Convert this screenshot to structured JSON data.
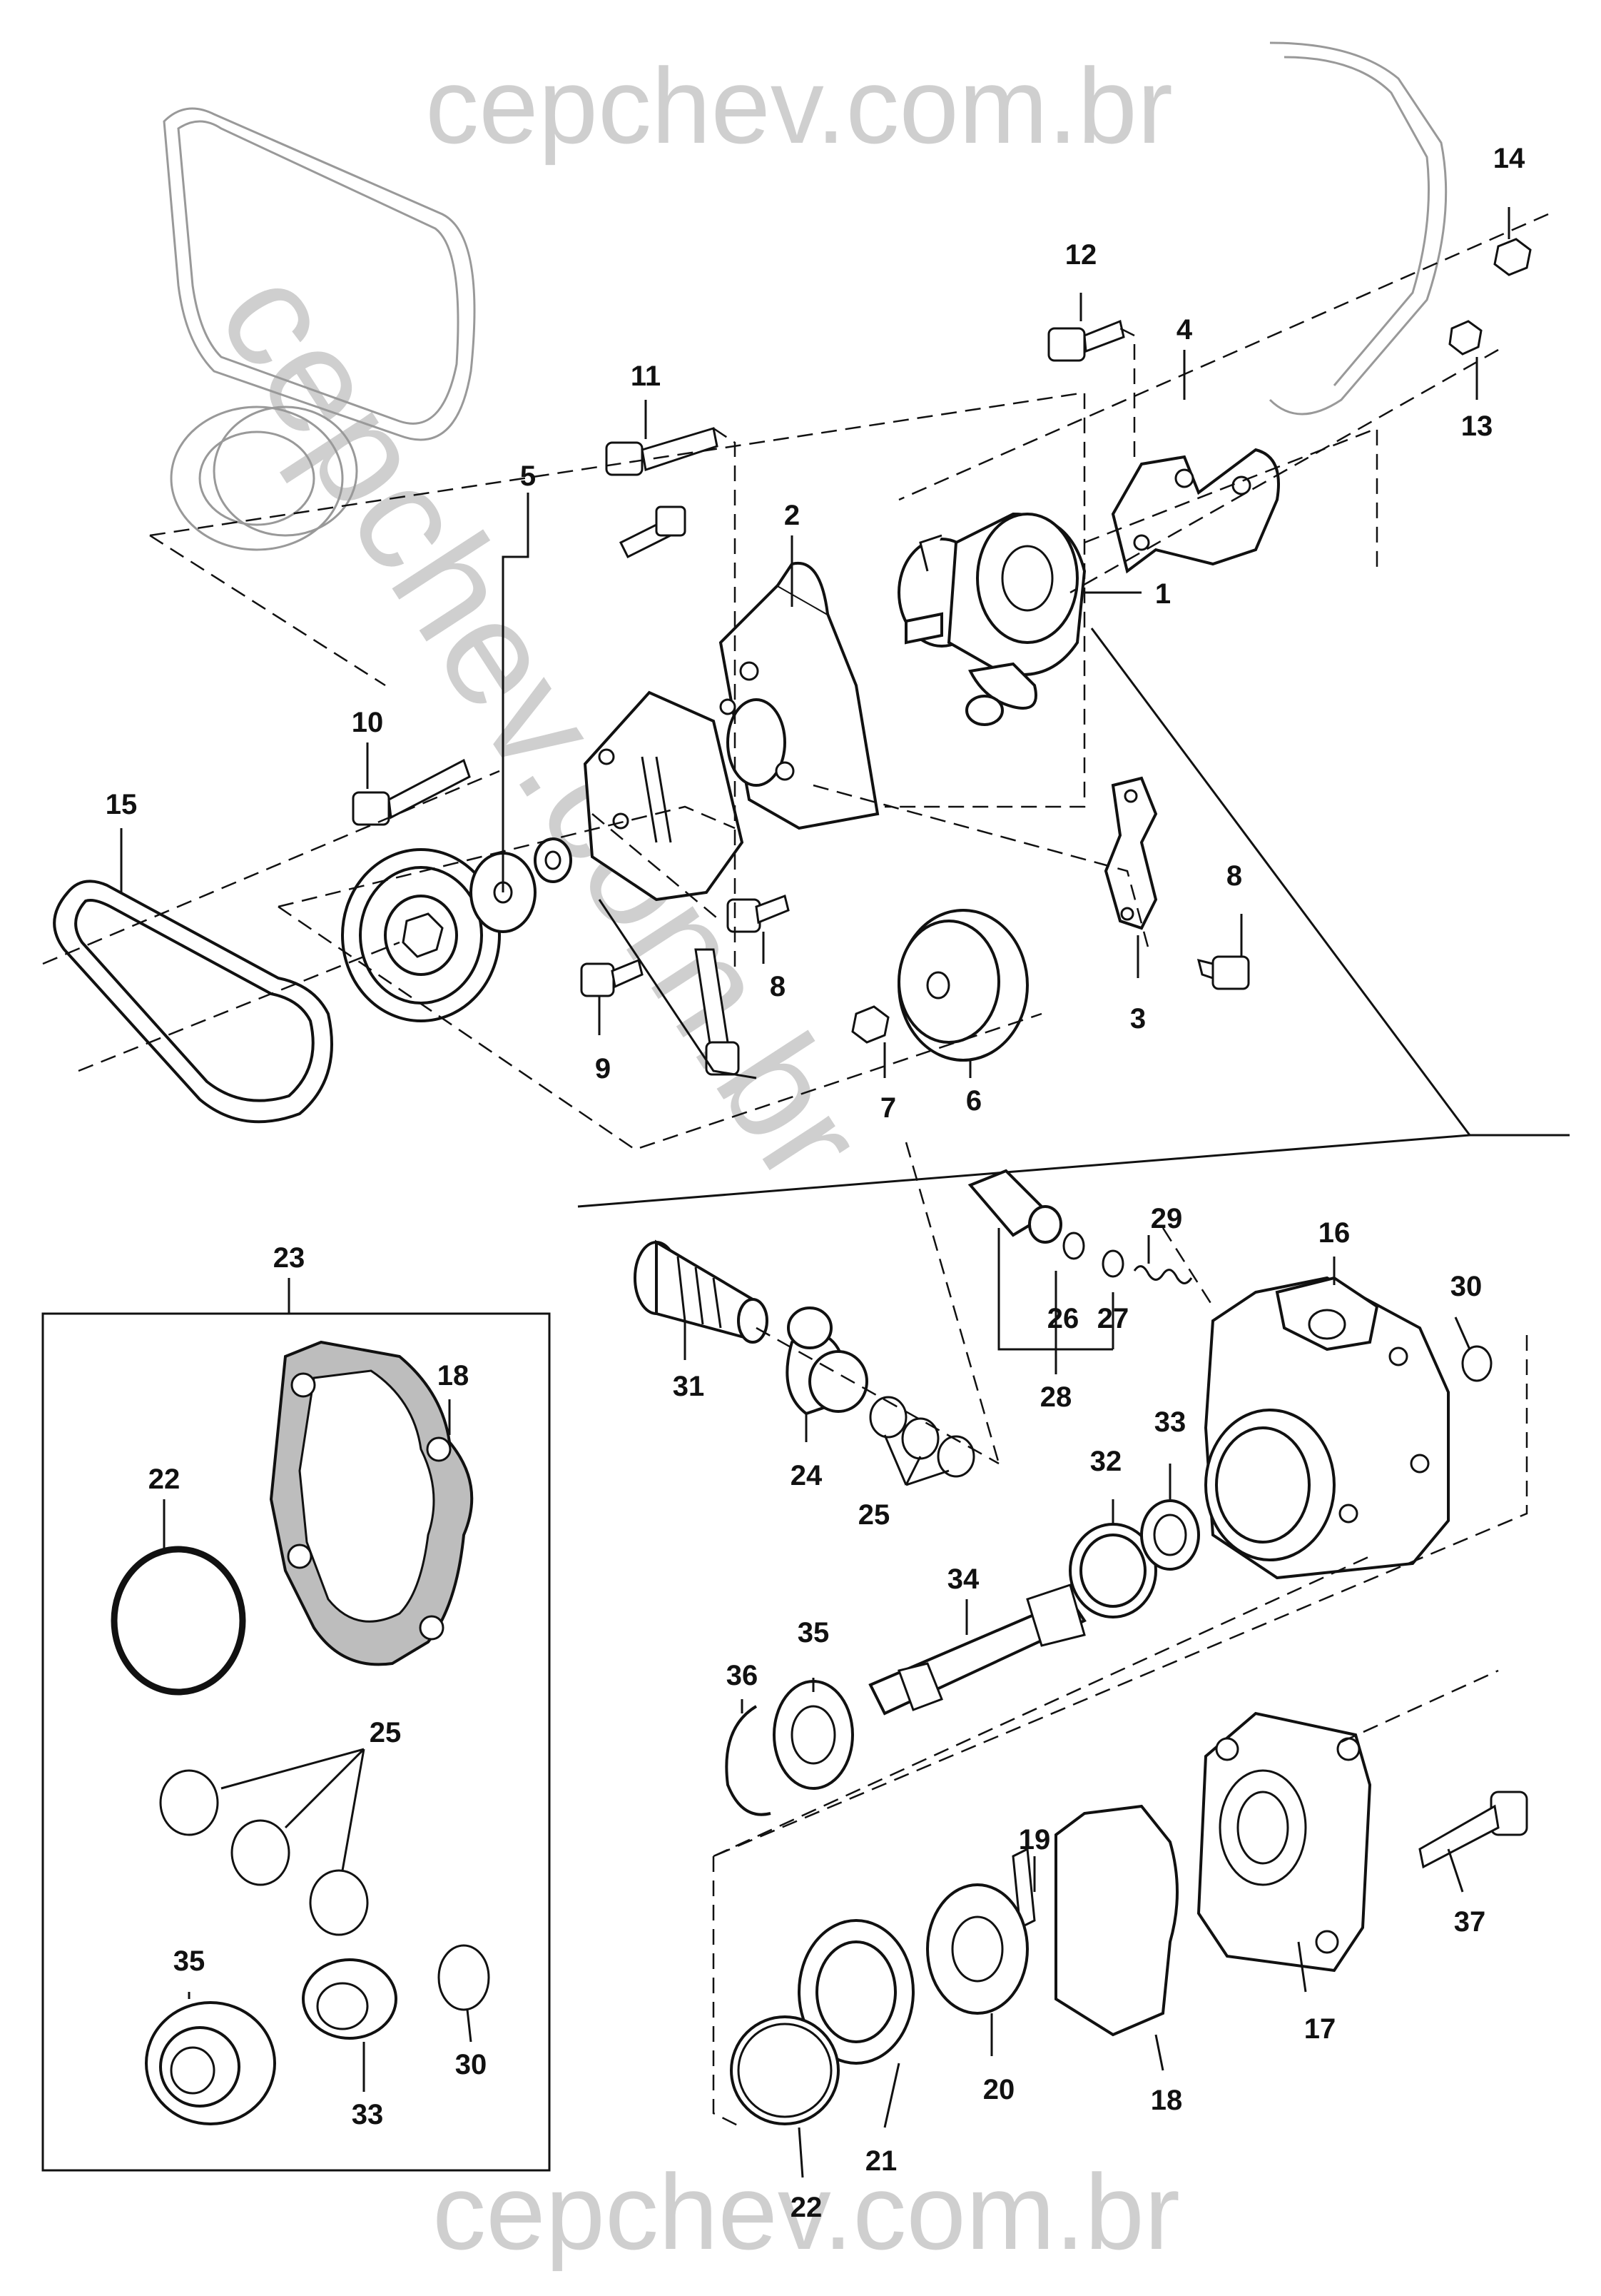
{
  "watermark": {
    "top": "cepchev.com.br",
    "bottom": "cepchev.com.br",
    "diagonal": "cepchev.com.br"
  },
  "kit_box_label": "23",
  "part_labels": [
    {
      "id": "p1",
      "text": "1"
    },
    {
      "id": "p2",
      "text": "2"
    },
    {
      "id": "p3",
      "text": "3"
    },
    {
      "id": "p4",
      "text": "4"
    },
    {
      "id": "p5",
      "text": "5"
    },
    {
      "id": "p6",
      "text": "6"
    },
    {
      "id": "p7",
      "text": "7"
    },
    {
      "id": "p8a",
      "text": "8"
    },
    {
      "id": "p8b",
      "text": "8"
    },
    {
      "id": "p9",
      "text": "9"
    },
    {
      "id": "p10",
      "text": "10"
    },
    {
      "id": "p11",
      "text": "11"
    },
    {
      "id": "p12",
      "text": "12"
    },
    {
      "id": "p13",
      "text": "13"
    },
    {
      "id": "p14",
      "text": "14"
    },
    {
      "id": "p15",
      "text": "15"
    },
    {
      "id": "p16",
      "text": "16"
    },
    {
      "id": "p17",
      "text": "17"
    },
    {
      "id": "p18a",
      "text": "18"
    },
    {
      "id": "p18b",
      "text": "18"
    },
    {
      "id": "p19",
      "text": "19"
    },
    {
      "id": "p20",
      "text": "20"
    },
    {
      "id": "p21",
      "text": "21"
    },
    {
      "id": "p22a",
      "text": "22"
    },
    {
      "id": "p22b",
      "text": "22"
    },
    {
      "id": "p24",
      "text": "24"
    },
    {
      "id": "p25a",
      "text": "25"
    },
    {
      "id": "p25b",
      "text": "25"
    },
    {
      "id": "p26",
      "text": "26"
    },
    {
      "id": "p27",
      "text": "27"
    },
    {
      "id": "p28",
      "text": "28"
    },
    {
      "id": "p29",
      "text": "29"
    },
    {
      "id": "p30a",
      "text": "30"
    },
    {
      "id": "p30b",
      "text": "30"
    },
    {
      "id": "p31",
      "text": "31"
    },
    {
      "id": "p32",
      "text": "32"
    },
    {
      "id": "p33a",
      "text": "33"
    },
    {
      "id": "p33b",
      "text": "33"
    },
    {
      "id": "p34",
      "text": "34"
    },
    {
      "id": "p35a",
      "text": "35"
    },
    {
      "id": "p35b",
      "text": "35"
    },
    {
      "id": "p36",
      "text": "36"
    },
    {
      "id": "p37",
      "text": "37"
    }
  ]
}
